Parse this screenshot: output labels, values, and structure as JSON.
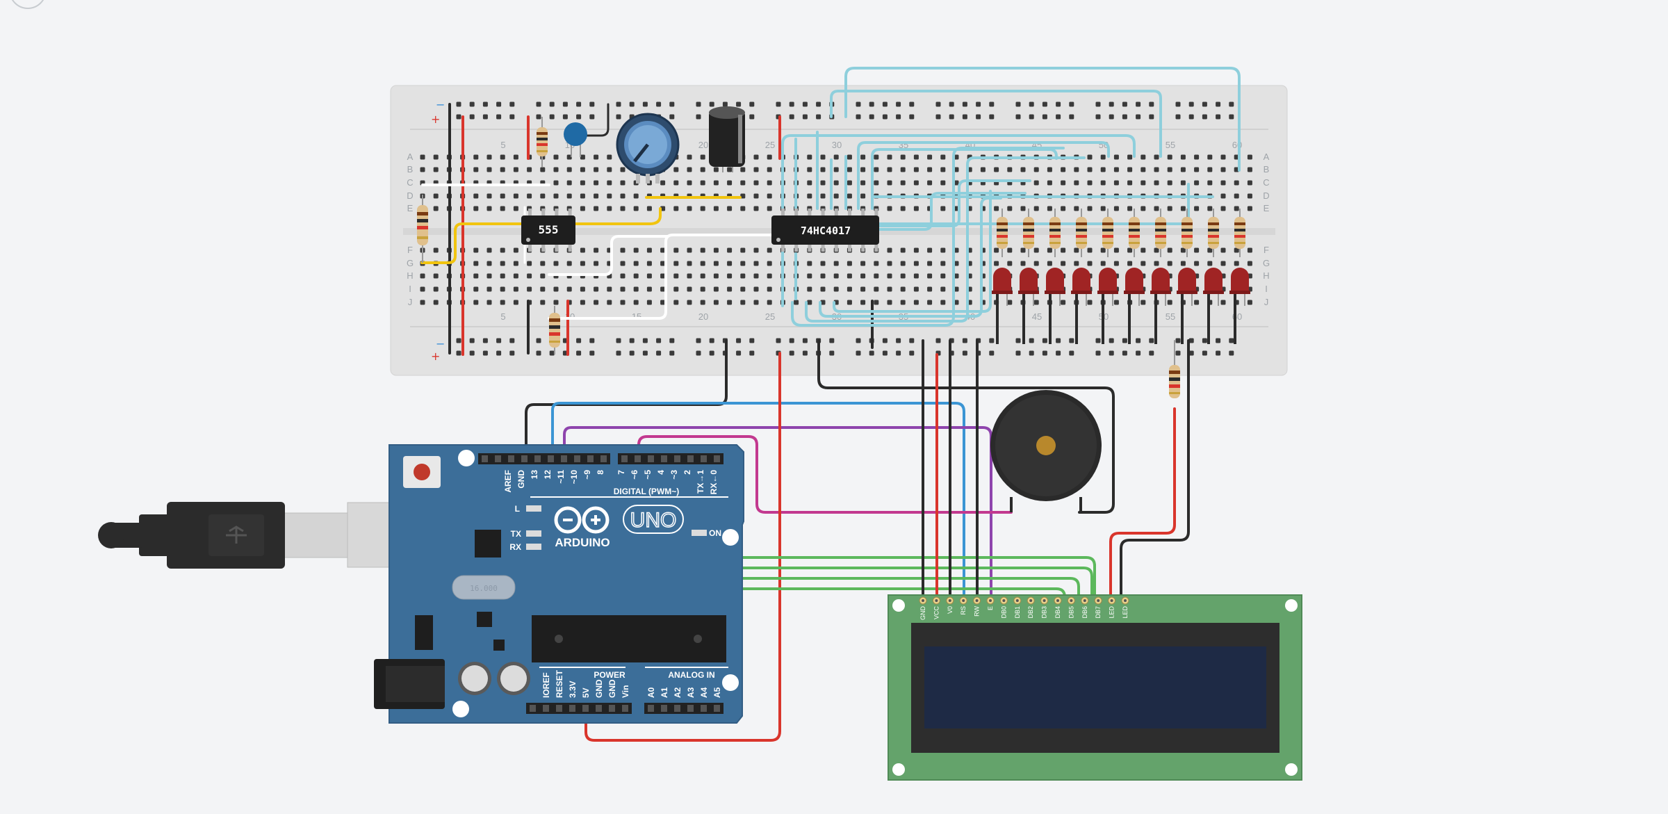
{
  "breadboard": {
    "column_numbers": [
      "5",
      "10",
      "15",
      "20",
      "25",
      "30",
      "35",
      "40",
      "45",
      "50",
      "55",
      "60"
    ],
    "row_letters_top": [
      "A",
      "B",
      "C",
      "D",
      "E"
    ],
    "row_letters_bottom": [
      "F",
      "G",
      "H",
      "I",
      "J"
    ],
    "rail_minus": "−",
    "rail_plus": "+"
  },
  "ic_555": {
    "label": "555"
  },
  "ic_counter": {
    "label": "74HC4017"
  },
  "arduino": {
    "header_digital": [
      "AREF",
      "GND",
      "13",
      "12",
      "~11",
      "~10",
      "~9",
      "8",
      "7",
      "~6",
      "~5",
      "4",
      "~3",
      "2",
      "TX→1",
      "RX←0"
    ],
    "digital_label": "DIGITAL (PWM~)",
    "brand": "ARDUINO",
    "model": "UNO",
    "led_labels": [
      "L",
      "TX",
      "RX"
    ],
    "on_label": "ON",
    "power_label": "POWER",
    "analog_label": "ANALOG IN",
    "power_pins": [
      "IOREF",
      "RESET",
      "3.3V",
      "5V",
      "GND",
      "GND",
      "Vin"
    ],
    "analog_pins": [
      "A0",
      "A1",
      "A2",
      "A3",
      "A4",
      "A5"
    ]
  },
  "lcd": {
    "pins": [
      "GND",
      "VCC",
      "V0",
      "RS",
      "RW",
      "E",
      "DB0",
      "DB1",
      "DB2",
      "DB3",
      "DB4",
      "DB5",
      "DB6",
      "DB7",
      "LED",
      "LED"
    ]
  },
  "colors": {
    "background": "#f3f4f6",
    "breadboard": "#e2e2e2",
    "arduino_blue": "#3c6e99",
    "lcd_pcb": "#64a36b",
    "lcd_screen": "#1e2a45",
    "wire_cyan": "#8ecfdc",
    "wire_blue": "#3b95d4",
    "wire_purple": "#8e44ad",
    "wire_magenta": "#c2398f",
    "wire_green": "#5cb85c",
    "wire_red": "#d9352c",
    "wire_black": "#2b2b2b",
    "wire_yellow": "#f1c40f",
    "wire_white": "#ffffff",
    "led_red": "#a02424"
  },
  "icons": [
    "usb-cable-icon",
    "reset-button-icon",
    "buzzer-icon",
    "potentiometer-icon"
  ]
}
